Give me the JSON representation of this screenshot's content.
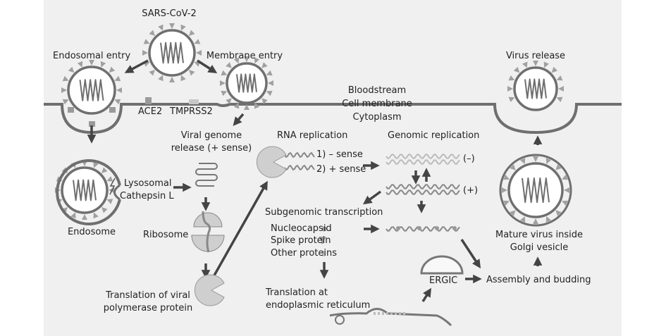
{
  "colors": {
    "background": "#f0f0f0",
    "membrane": "#6f6f6f",
    "arrow": "#444444",
    "virion_outline": "#6f6f6f",
    "spike": "#9a9a9a",
    "protein_fill": "#cfcfcf"
  },
  "labels": {
    "virus_name": "SARS-CoV-2",
    "endosomal_entry": "Endosomal entry",
    "membrane_entry": "Membrane entry",
    "virus_release": "Virus release",
    "bloodstream": "Bloodstream",
    "cell_membrane": "Cell membrane",
    "cytoplasm": "Cytoplasm",
    "ace2": "ACE2",
    "tmprss2": "TMPRSS2",
    "genome_release_1": "Viral genome",
    "genome_release_2": "release (+ sense)",
    "rna_replication": "RNA replication",
    "minus_sense": "1) – sense",
    "plus_sense": "2) + sense",
    "genomic_replication": "Genomic replication",
    "strand_minus": "(–)",
    "strand_plus": "(+)",
    "lysosomal": "Lysosomal",
    "cathepsin": "Cathepsin L",
    "endosome": "Endosome",
    "ribosome": "Ribosome",
    "subgenomic_transcription": "Subgenomic transcription",
    "nucleocapsid": "Nucleocapsid",
    "spike_protein": "Spike protein",
    "other_proteins": "Other proteins",
    "mature_virus_1": "Mature virus inside",
    "mature_virus_2": "Golgi vesicle",
    "translation_viral_1": "Translation of viral",
    "translation_viral_2": "polymerase protein",
    "ergic": "ERGIC",
    "assembly": "Assembly and budding",
    "translation_er_1": "Translation at",
    "translation_er_2": "endoplasmic reticulum"
  }
}
